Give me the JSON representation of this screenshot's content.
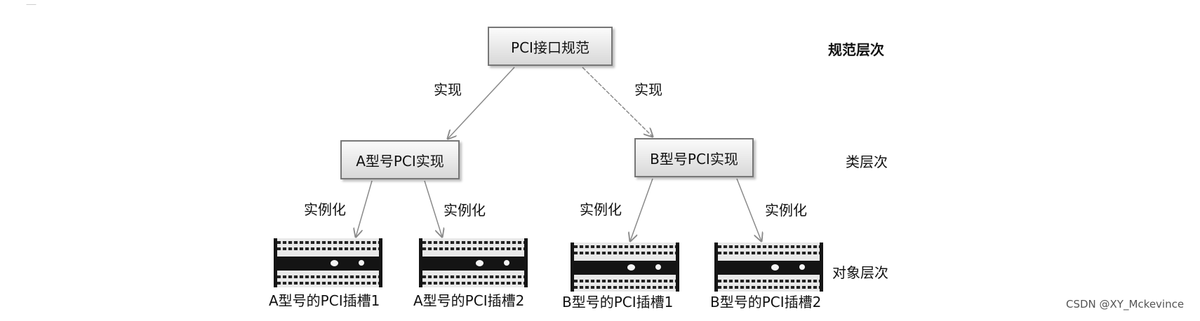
{
  "nodes": {
    "spec": "PCI接口规范",
    "type_a": "A型号PCI实现",
    "type_b": "B型号PCI实现"
  },
  "edge_labels": {
    "implement_left": "实现",
    "implement_right": "实现",
    "instantiate_a1": "实例化",
    "instantiate_a2": "实例化",
    "instantiate_b1": "实例化",
    "instantiate_b2": "实例化"
  },
  "levels": {
    "spec": "规范层次",
    "class": "类层次",
    "object": "对象层次"
  },
  "slots": {
    "a1": "A型号的PCI插槽1",
    "a2": "A型号的PCI插槽2",
    "b1": "B型号的PCI插槽1",
    "b2": "B型号的PCI插槽2"
  },
  "watermark": "CSDN @XY_Mckevince",
  "colors": {
    "edge": "#8a8a8a",
    "node_border": "#777777",
    "slot_dark": "#141414"
  }
}
